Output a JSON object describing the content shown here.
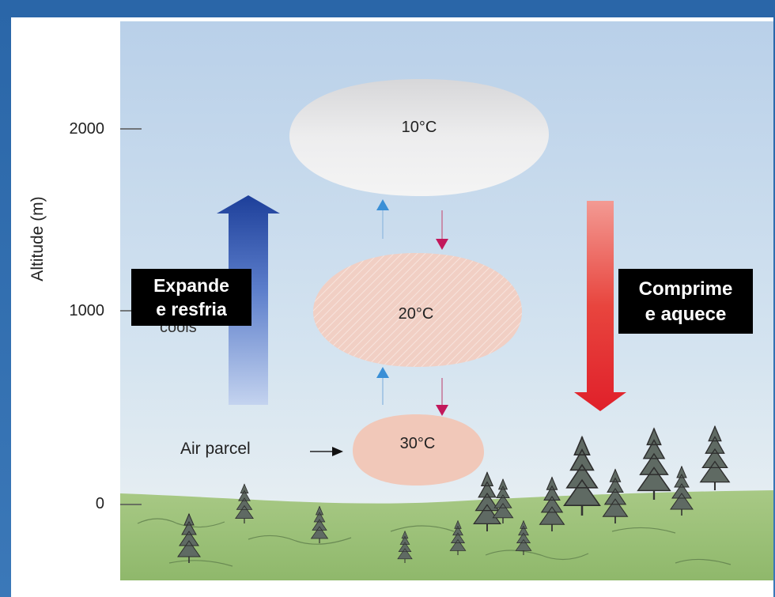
{
  "axis": {
    "ylabel": "Altitude (m)",
    "ticks": [
      "2000",
      "1000",
      "0"
    ]
  },
  "parcels": [
    {
      "temp": "10°C"
    },
    {
      "temp": "20°C"
    },
    {
      "temp": "30°C"
    }
  ],
  "air_parcel_label": "Air parcel",
  "left_box": {
    "line1": "Expande",
    "line2": "e resfria"
  },
  "right_box": {
    "line1": "Comprime",
    "line2": "e aquece"
  },
  "colors": {
    "up_arrow": "#1d3f9a",
    "down_arrow": "#e0202a",
    "small_up_arrow": "#3a8fd6",
    "small_down_arrow": "#c2185b",
    "sky_top": "#bcd3ea",
    "ground": "#9ec27a"
  },
  "icons": [
    "tree-icon",
    "arrow-up-icon",
    "arrow-down-icon"
  ]
}
